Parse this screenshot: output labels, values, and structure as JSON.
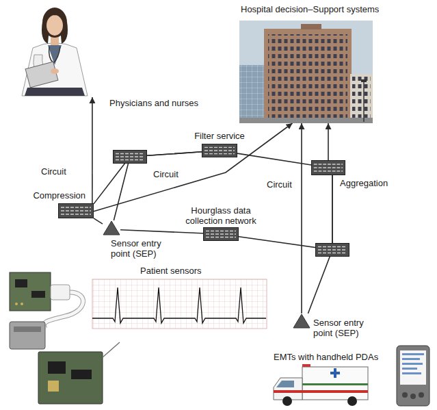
{
  "diagram": {
    "nodes": [
      {
        "text": [
          "Physicians and nurses"
        ]
      },
      {
        "text": [
          "Hospital decision–Support systems"
        ]
      },
      {
        "text": [
          "Filter service"
        ]
      },
      {
        "text": [
          "Compression"
        ]
      },
      {
        "text": [
          "Aggregation"
        ]
      },
      {
        "text": [
          "Sensor entry point (SEP)"
        ]
      },
      {
        "text": [
          "Patient sensors"
        ]
      },
      {
        "text": [
          "Sensor entry point (SEP)"
        ]
      },
      {
        "text": [
          "EMTs with handheld PDAs"
        ]
      }
    ],
    "edges": [
      {
        "from": 3,
        "to": 0,
        "arrow": "to",
        "label": "Circuit"
      },
      {
        "from": 5,
        "to": 2,
        "arrow": "none"
      },
      {
        "from": 3,
        "to": 2,
        "arrow": "none"
      },
      {
        "from": 2,
        "to": 4,
        "arrow": "none"
      },
      {
        "from": 3,
        "to": 1,
        "arrow": "to",
        "label": "Circuit"
      },
      {
        "from": 5,
        "to": 4,
        "arrow": "none"
      },
      {
        "from": 4,
        "to": 1,
        "arrow": "to"
      },
      {
        "from": 7,
        "to": 1,
        "arrow": "to",
        "label": "Circuit"
      },
      {
        "from": 7,
        "to": 4,
        "arrow": "none"
      },
      {
        "from": 3,
        "to": 5,
        "arrow": "none"
      }
    ],
    "labels": [
      "Hourglass data collection network"
    ]
  }
}
